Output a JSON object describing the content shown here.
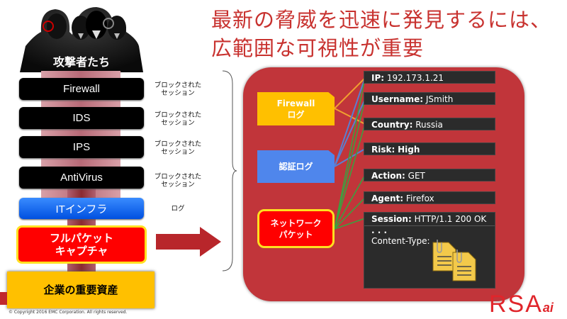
{
  "left": {
    "attackers": "攻撃者たち",
    "layers": [
      {
        "label": "Firewall",
        "note": "ブロックされた\nセッション"
      },
      {
        "label": "IDS",
        "note": "ブロックされた\nセッション"
      },
      {
        "label": "IPS",
        "note": "ブロックされた\nセッション"
      },
      {
        "label": "AntiVirus",
        "note": "ブロックされた\nセッション"
      }
    ],
    "it_infra": {
      "label": "ITインフラ",
      "note": "ログ"
    },
    "full_packet": "フルパケット\nキャプチャ",
    "assets": "企業の重要資産",
    "copyright": "© Copyright 2016 EMC Corporation. All rights reserved."
  },
  "title": {
    "line1": "最新の脅威を迅速に発見するには、",
    "line2": "広範囲な可視性が重要"
  },
  "sources": {
    "firewall_log": "Firewall\nログ",
    "auth_log": "認証ログ",
    "network_packet": "ネットワーク\nパケット"
  },
  "fields": [
    {
      "key": "IP:",
      "value": "192.173.1.21"
    },
    {
      "key": "Username:",
      "value": "JSmith"
    },
    {
      "key": "Country:",
      "value": "Russia"
    },
    {
      "key": "Risk:",
      "value": "High"
    },
    {
      "key": "Action:",
      "value": "GET"
    },
    {
      "key": "Agent:",
      "value": "Firefox"
    },
    {
      "key": "Session:",
      "value": "HTTP/1.1 200 OK"
    }
  ],
  "session_body": {
    "dots": ". . .",
    "content_type": "Content-Type:"
  },
  "logo": {
    "text": "RSA",
    "suffix": "ai"
  },
  "colors": {
    "title": "#c8322f",
    "panel": "#c1353a",
    "orange": "#ffc000",
    "blue": "#4f86ec",
    "red": "#ff0000",
    "yellow": "#ffe020"
  }
}
